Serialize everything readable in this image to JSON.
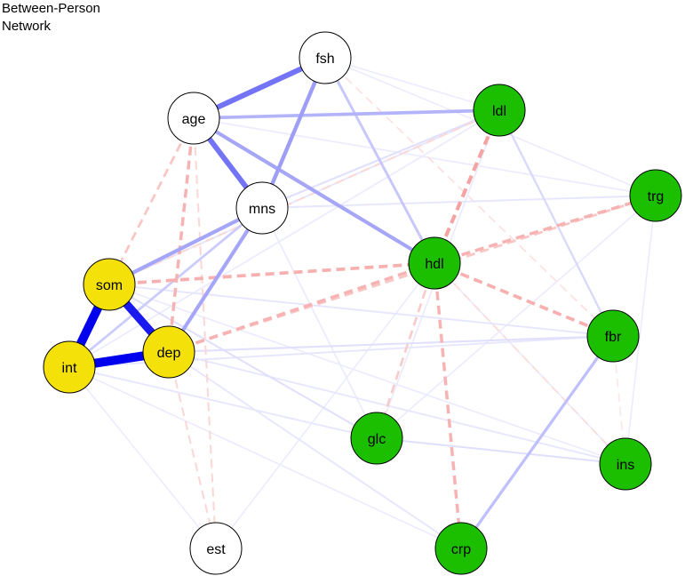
{
  "title": {
    "line1": "Between-Person",
    "line2": "Network"
  },
  "colors": {
    "white": "#ffffff",
    "yellow": "#f5e10a",
    "green": "#1cbf00",
    "positive": "#0000ee",
    "negative": "#f07070"
  },
  "nodes": [
    {
      "id": "fsh",
      "label": "fsh",
      "group": "white"
    },
    {
      "id": "age",
      "label": "age",
      "group": "white"
    },
    {
      "id": "mns",
      "label": "mns",
      "group": "white"
    },
    {
      "id": "ldl",
      "label": "ldl",
      "group": "green"
    },
    {
      "id": "trg",
      "label": "trg",
      "group": "green"
    },
    {
      "id": "hdl",
      "label": "hdl",
      "group": "green"
    },
    {
      "id": "som",
      "label": "som",
      "group": "yellow"
    },
    {
      "id": "dep",
      "label": "dep",
      "group": "yellow"
    },
    {
      "id": "int",
      "label": "int",
      "group": "yellow"
    },
    {
      "id": "fbr",
      "label": "fbr",
      "group": "green"
    },
    {
      "id": "glc",
      "label": "glc",
      "group": "green"
    },
    {
      "id": "ins",
      "label": "ins",
      "group": "green"
    },
    {
      "id": "est",
      "label": "est",
      "group": "white"
    },
    {
      "id": "crp",
      "label": "crp",
      "group": "green"
    }
  ],
  "edges": [
    {
      "from": "som",
      "to": "int",
      "sign": "positive",
      "weight": 1.0
    },
    {
      "from": "int",
      "to": "dep",
      "sign": "positive",
      "weight": 1.0
    },
    {
      "from": "som",
      "to": "dep",
      "sign": "positive",
      "weight": 0.9
    },
    {
      "from": "age",
      "to": "fsh",
      "sign": "positive",
      "weight": 0.55
    },
    {
      "from": "age",
      "to": "mns",
      "sign": "positive",
      "weight": 0.55
    },
    {
      "from": "fsh",
      "to": "mns",
      "sign": "positive",
      "weight": 0.38
    },
    {
      "from": "age",
      "to": "ldl",
      "sign": "positive",
      "weight": 0.3
    },
    {
      "from": "age",
      "to": "hdl",
      "sign": "positive",
      "weight": 0.35
    },
    {
      "from": "mns",
      "to": "som",
      "sign": "positive",
      "weight": 0.35
    },
    {
      "from": "mns",
      "to": "dep",
      "sign": "positive",
      "weight": 0.35
    },
    {
      "from": "mns",
      "to": "int",
      "sign": "positive",
      "weight": 0.2
    },
    {
      "from": "fsh",
      "to": "hdl",
      "sign": "positive",
      "weight": 0.22
    },
    {
      "from": "fbr",
      "to": "crp",
      "sign": "positive",
      "weight": 0.25
    },
    {
      "from": "ldl",
      "to": "fbr",
      "sign": "positive",
      "weight": 0.15
    },
    {
      "from": "som",
      "to": "glc",
      "sign": "positive",
      "weight": 0.12
    },
    {
      "from": "int",
      "to": "glc",
      "sign": "positive",
      "weight": 0.1
    },
    {
      "from": "dep",
      "to": "fbr",
      "sign": "positive",
      "weight": 0.12
    },
    {
      "from": "som",
      "to": "fbr",
      "sign": "positive",
      "weight": 0.1
    },
    {
      "from": "int",
      "to": "fbr",
      "sign": "positive",
      "weight": 0.1
    },
    {
      "from": "dep",
      "to": "ins",
      "sign": "positive",
      "weight": 0.1
    },
    {
      "from": "dep",
      "to": "crp",
      "sign": "positive",
      "weight": 0.1
    },
    {
      "from": "glc",
      "to": "ins",
      "sign": "positive",
      "weight": 0.12
    },
    {
      "from": "mns",
      "to": "ldl",
      "sign": "positive",
      "weight": 0.12
    },
    {
      "from": "mns",
      "to": "trg",
      "sign": "positive",
      "weight": 0.1
    },
    {
      "from": "som",
      "to": "ldl",
      "sign": "positive",
      "weight": 0.1
    },
    {
      "from": "age",
      "to": "trg",
      "sign": "positive",
      "weight": 0.08
    },
    {
      "from": "fsh",
      "to": "trg",
      "sign": "positive",
      "weight": 0.06
    },
    {
      "from": "fsh",
      "to": "ldl",
      "sign": "positive",
      "weight": 0.06
    },
    {
      "from": "hdl",
      "to": "ins",
      "sign": "positive",
      "weight": 0.08
    },
    {
      "from": "ldl",
      "to": "glc",
      "sign": "positive",
      "weight": 0.08
    },
    {
      "from": "trg",
      "to": "glc",
      "sign": "positive",
      "weight": 0.07
    },
    {
      "from": "trg",
      "to": "ins",
      "sign": "positive",
      "weight": 0.06
    },
    {
      "from": "mns",
      "to": "glc",
      "sign": "positive",
      "weight": 0.08
    },
    {
      "from": "est",
      "to": "hdl",
      "sign": "positive",
      "weight": 0.06
    },
    {
      "from": "int",
      "to": "ldl",
      "sign": "positive",
      "weight": 0.08
    },
    {
      "from": "int",
      "to": "crp",
      "sign": "positive",
      "weight": 0.07
    },
    {
      "from": "int",
      "to": "est",
      "sign": "positive",
      "weight": 0.05
    },
    {
      "from": "som",
      "to": "ins",
      "sign": "positive",
      "weight": 0.07
    },
    {
      "from": "age",
      "to": "som",
      "sign": "negative",
      "weight": 0.2
    },
    {
      "from": "age",
      "to": "dep",
      "sign": "negative",
      "weight": 0.28
    },
    {
      "from": "age",
      "to": "est",
      "sign": "negative",
      "weight": 0.12
    },
    {
      "from": "ldl",
      "to": "hdl",
      "sign": "negative",
      "weight": 0.35
    },
    {
      "from": "som",
      "to": "hdl",
      "sign": "negative",
      "weight": 0.3
    },
    {
      "from": "dep",
      "to": "hdl",
      "sign": "negative",
      "weight": 0.28
    },
    {
      "from": "hdl",
      "to": "trg",
      "sign": "negative",
      "weight": 0.28
    },
    {
      "from": "hdl",
      "to": "fbr",
      "sign": "negative",
      "weight": 0.3
    },
    {
      "from": "hdl",
      "to": "crp",
      "sign": "negative",
      "weight": 0.28
    },
    {
      "from": "hdl",
      "to": "glc",
      "sign": "negative",
      "weight": 0.18
    },
    {
      "from": "ldl",
      "to": "som",
      "sign": "negative",
      "weight": 0.12
    },
    {
      "from": "dep",
      "to": "trg",
      "sign": "negative",
      "weight": 0.2
    },
    {
      "from": "dep",
      "to": "est",
      "sign": "negative",
      "weight": 0.12
    },
    {
      "from": "fsh",
      "to": "fbr",
      "sign": "negative",
      "weight": 0.08
    },
    {
      "from": "hdl",
      "to": "ins",
      "sign": "negative",
      "weight": 0.1
    },
    {
      "from": "fbr",
      "to": "ins",
      "sign": "negative",
      "weight": 0.06
    }
  ]
}
